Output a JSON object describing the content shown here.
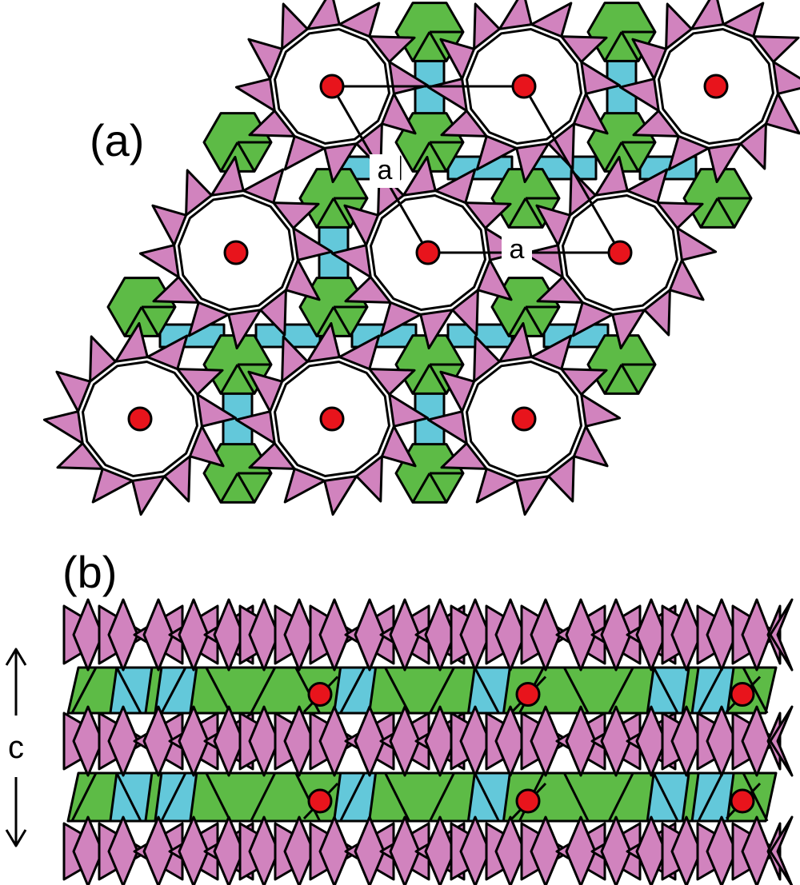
{
  "labels": {
    "panel_a": "(a)",
    "panel_b": "(b)",
    "axis_a_1": "a",
    "axis_a_2": "a",
    "axis_c": "c"
  },
  "colors": {
    "tetrahedra": "#D183BE",
    "octahedra": "#5DBB46",
    "connectors": "#63C8DA",
    "atoms": "#E8141C",
    "outline": "#000000",
    "channel": "#FFFFFF"
  },
  "panel_a": {
    "lattice": {
      "rows": 3,
      "columns": 3,
      "shift_per_row": "half-column"
    },
    "unit_cell": "rhombus"
  },
  "panel_b": {
    "layers": [
      "tetrahedra",
      "octahedra",
      "tetrahedra",
      "octahedra",
      "tetrahedra"
    ],
    "atoms_per_octahedral_layer": 3,
    "atom_columns": [
      {
        "connector_slots": 10,
        "octahedra_slots": 8
      }
    ]
  }
}
